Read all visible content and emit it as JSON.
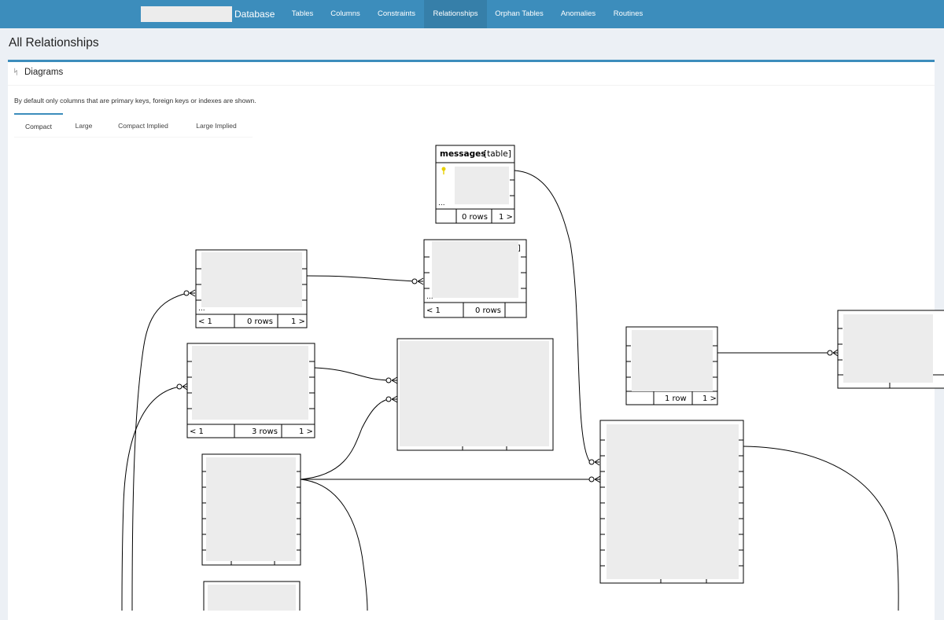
{
  "nav": {
    "brand": "Database",
    "links": [
      "Tables",
      "Columns",
      "Constraints",
      "Relationships",
      "Orphan Tables",
      "Anomalies",
      "Routines"
    ],
    "active": "Relationships"
  },
  "page": {
    "title": "All Relationships"
  },
  "panel": {
    "title": "Diagrams",
    "description": "By default only columns that are primary keys, foreign keys or indexes are shown.",
    "tabs": [
      "Compact",
      "Large",
      "Compact Implied",
      "Large Implied"
    ],
    "active_tab": "Compact"
  },
  "diagram": {
    "messages": {
      "name": "messages",
      "type": "[table]",
      "more": "...",
      "rows": "0 rows",
      "children": "1 >"
    },
    "table_b": {
      "more": "...",
      "parents": "< 1",
      "rows": "0 rows",
      "children": "1 >"
    },
    "table_c": {
      "bracket": "]",
      "more": "...",
      "parents": "< 1",
      "rows": "0 rows"
    },
    "table_d": {
      "parents": "< 1",
      "rows": "3 rows",
      "children": "1 >"
    },
    "table_e": {
      "rows": "1 row",
      "children": "1 >"
    }
  },
  "colors": {
    "nav_bg": "#3c8dbc",
    "nav_active": "#367fa9",
    "page_bg": "#ecf0f5",
    "redacted": "#ececec",
    "key_icon": "#e8d000"
  }
}
